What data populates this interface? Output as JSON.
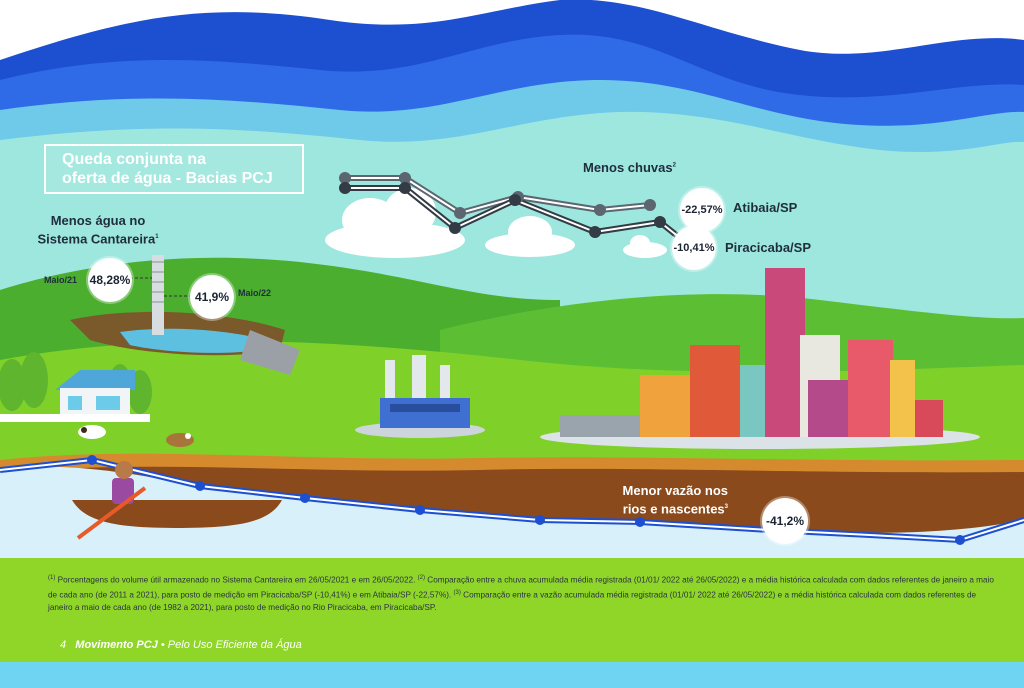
{
  "title": {
    "line1": "Queda conjunta na",
    "line2": "oferta de água - Bacias PCJ"
  },
  "cantareira": {
    "heading_line1": "Menos água no",
    "heading_line2": "Sistema Cantareira",
    "footnote_ref": "1",
    "value_start": "48,28%",
    "label_start": "Maio/21",
    "value_end": "41,9%",
    "label_end": "Maio/22"
  },
  "rain": {
    "heading": "Menos chuvas",
    "footnote_ref": "2",
    "atibaia_value": "-22,57%",
    "atibaia_label": "Atibaia/SP",
    "piracicaba_value": "-10,41%",
    "piracicaba_label": "Piracicaba/SP"
  },
  "flow": {
    "heading_line1": "Menor vazão nos",
    "heading_line2": "rios e nascentes",
    "footnote_ref": "3",
    "value": "-41,2%"
  },
  "notes": {
    "n1_ref": "(1)",
    "n1": "Porcentagens do volume útil armazenado no Sistema Cantareira em 26/05/2021 e em 26/05/2022.",
    "n2_ref": "(2)",
    "n2": "Comparação entre a chuva acumulada média registrada (01/01/ 2022 até 26/05/2022) e a média histórica calculada com dados referentes de janeiro a maio de cada ano (de 2011 a 2021), para posto de medição em Piracicaba/SP (-10,41%) e em Atibaia/SP (-22,57%).",
    "n3_ref": "(3)",
    "n3": "Comparação entre a vazão acumulada média registrada (01/01/ 2022 até 26/05/2022) e a média histórica calculada com dados referentes de janeiro a maio de cada ano (de 1982 a 2021), para posto de medição no Rio Piracicaba, em Piracicaba/SP."
  },
  "footer": {
    "page": "4",
    "brand": "Movimento PCJ",
    "separator": "•",
    "tagline": "Pelo Uso Eficiente da Água"
  },
  "colors": {
    "sky_deep": "#1d4fd1",
    "sky_mid": "#3f7ee8",
    "water_light": "#8ee3dc",
    "grass": "#7ed321",
    "river": "#d8f0fa",
    "soil": "#8a4a1c"
  }
}
